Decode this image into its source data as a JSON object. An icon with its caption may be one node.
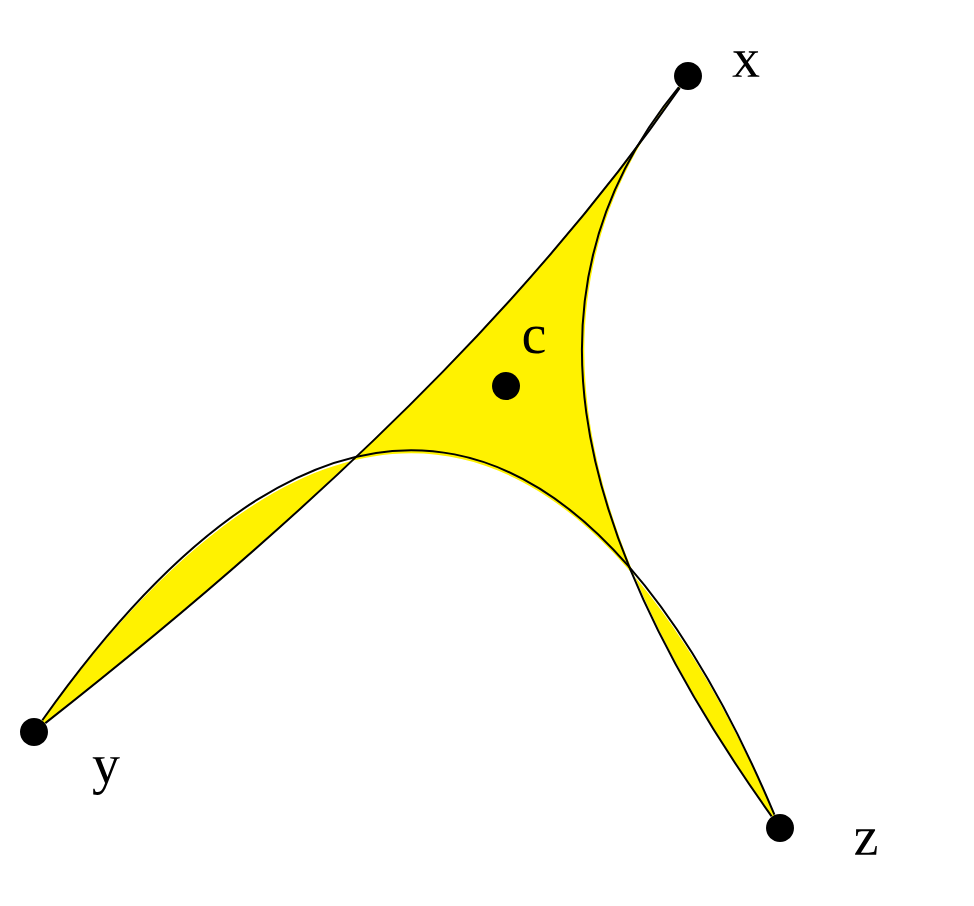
{
  "diagram": {
    "nodes": [
      {
        "text": [],
        "shape": "circle",
        "beside": [
          "x"
        ]
      },
      {
        "text": [],
        "shape": "circle",
        "beside": [
          "c"
        ]
      },
      {
        "text": [],
        "shape": "circle",
        "beside": [
          "y"
        ]
      },
      {
        "text": [],
        "shape": "circle",
        "beside": [
          "z"
        ]
      }
    ],
    "edges": [
      {
        "from": 0,
        "to": 2,
        "arrow": "none"
      },
      {
        "from": 2,
        "to": 3,
        "arrow": "none"
      },
      {
        "from": 3,
        "to": 0,
        "arrow": "none"
      }
    ]
  }
}
